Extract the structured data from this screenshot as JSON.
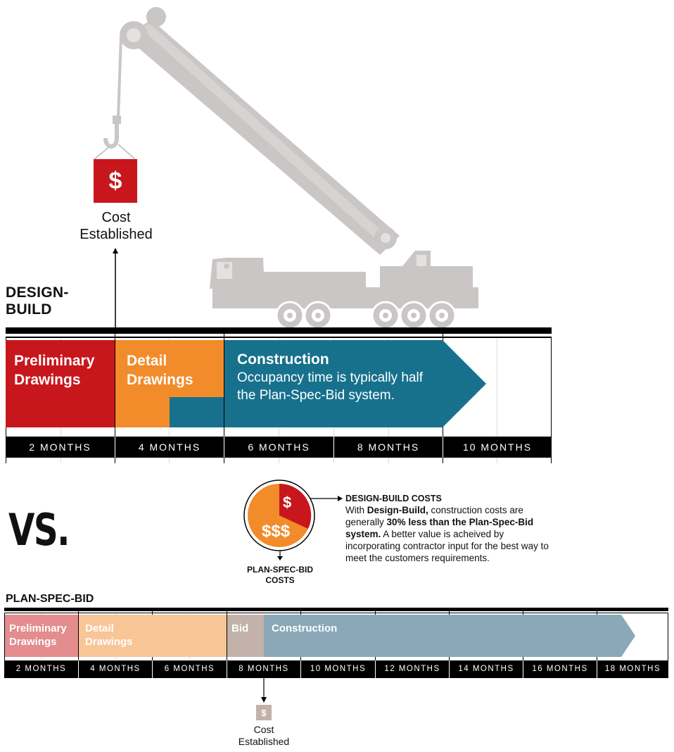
{
  "top_cost": {
    "symbol": "$",
    "label_line1": "Cost",
    "label_line2": "Established"
  },
  "design_build": {
    "title_line1": "DESIGN-",
    "title_line2": "BUILD",
    "segments": [
      {
        "line1": "Preliminary",
        "line2": "Drawings"
      },
      {
        "line1": "Detail",
        "line2": "Drawings"
      },
      {
        "title": "Construction",
        "line1": "Occupancy time is typically half",
        "line2": "the Plan-Spec-Bid system."
      }
    ],
    "months": [
      "2 MONTHS",
      "4 MONTHS",
      "6 MONTHS",
      "8 MONTHS",
      "10 MONTHS"
    ]
  },
  "vs": "VS.",
  "costs": {
    "pie_small": "$",
    "pie_large": "$$$",
    "psb_label_line1": "PLAN-SPEC-BID",
    "psb_label_line2": "COSTS",
    "db_heading": "DESIGN-BUILD COSTS",
    "db_text": {
      "p1": "With ",
      "b1": "Design-Build,",
      "p2": " construction costs are generally ",
      "b2": "30% less than the Plan-Spec-Bid system.",
      "p3": " A better value is acheived by incorporating contractor input for the best way to meet the customers requirements."
    }
  },
  "plan_spec_bid": {
    "title": "PLAN-SPEC-BID",
    "segments": [
      {
        "line1": "Preliminary",
        "line2": "Drawings"
      },
      {
        "line1": "Detail",
        "line2": "Drawings"
      },
      {
        "line1": "Bid"
      },
      {
        "line1": "Construction"
      }
    ],
    "months": [
      "2 MONTHS",
      "4 MONTHS",
      "6 MONTHS",
      "8 MONTHS",
      "10 MONTHS",
      "12 MONTHS",
      "14 MONTHS",
      "16 MONTHS",
      "18 MONTHS"
    ]
  },
  "bottom_cost": {
    "symbol": "$",
    "label_line1": "Cost",
    "label_line2": "Established"
  },
  "colors": {
    "red": "#c8161d",
    "orange": "#f28b2a",
    "teal": "#17718c",
    "crane_gray": "#c9c6c5",
    "light_red": "#e48c8e",
    "light_orange": "#f8c596",
    "bid_tan": "#c3b2aa",
    "light_teal": "#8aa8b7"
  }
}
